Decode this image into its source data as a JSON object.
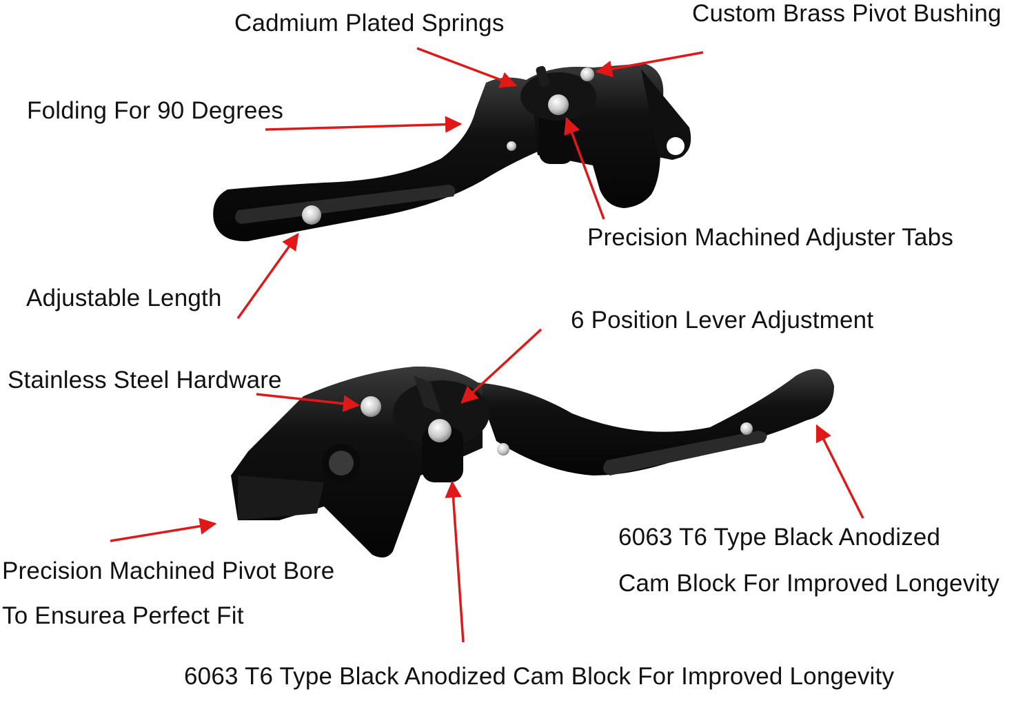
{
  "labels": {
    "cadmium_springs": "Cadmium Plated Springs",
    "brass_bushing": "Custom Brass Pivot Bushing",
    "folding": "Folding For 90 Degrees",
    "adjuster_tabs": "Precision Machined Adjuster Tabs",
    "adjustable_length": "Adjustable Length",
    "six_position": "6 Position Lever Adjustment",
    "stainless": "Stainless Steel Hardware",
    "pivot_bore_line1": "Precision Machined Pivot Bore",
    "pivot_bore_line2": "To Ensurea Perfect Fit",
    "cam_block_right_line1": "6063 T6 Type Black Anodized",
    "cam_block_right_line2": "Cam Block For Improved Longevity",
    "cam_block_bottom": "6063 T6 Type Black Anodized Cam Block For Improved Longevity"
  },
  "colors": {
    "arrow": "#e01818",
    "lever_body": "#0d0d0d",
    "lever_highlight": "#3a3a3a",
    "bolt": "#c8c8c8",
    "text": "#111111",
    "background": "#ffffff"
  },
  "icons": {
    "top_lever": "folding-brake-lever-icon",
    "bottom_lever": "folding-clutch-lever-icon",
    "callout_arrow": "red-arrow-icon"
  }
}
